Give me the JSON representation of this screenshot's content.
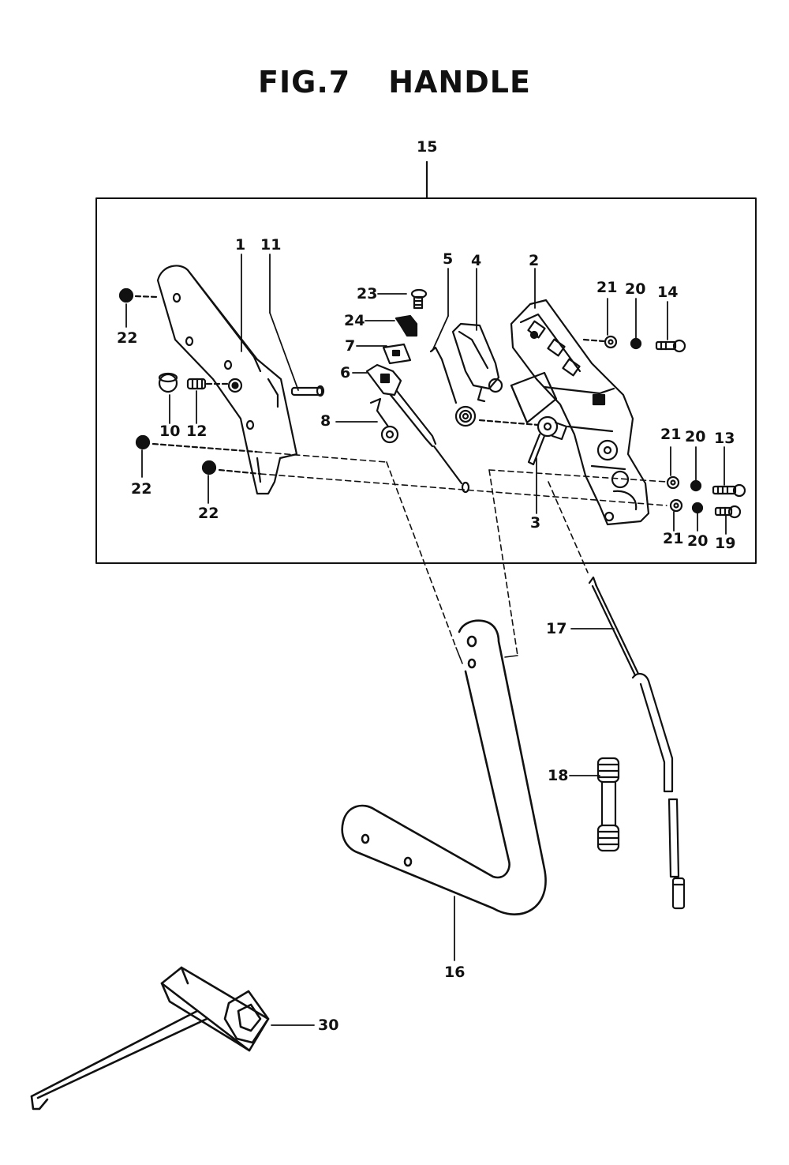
{
  "title": {
    "fig": "FIG.7",
    "name": "HANDLE"
  },
  "callouts": {
    "c1": "1",
    "c2": "2",
    "c3": "3",
    "c4": "4",
    "c5": "5",
    "c6": "6",
    "c7": "7",
    "c8": "8",
    "c10": "10",
    "c11": "11",
    "c12": "12",
    "c13": "13",
    "c14": "14",
    "c15": "15",
    "c16": "16",
    "c17": "17",
    "c18": "18",
    "c19": "19",
    "c20a": "20",
    "c20b": "20",
    "c20c": "20",
    "c21a": "21",
    "c21b": "21",
    "c21c": "21",
    "c22a": "22",
    "c22b": "22",
    "c22c": "22",
    "c23": "23",
    "c24": "24",
    "c30": "30"
  }
}
